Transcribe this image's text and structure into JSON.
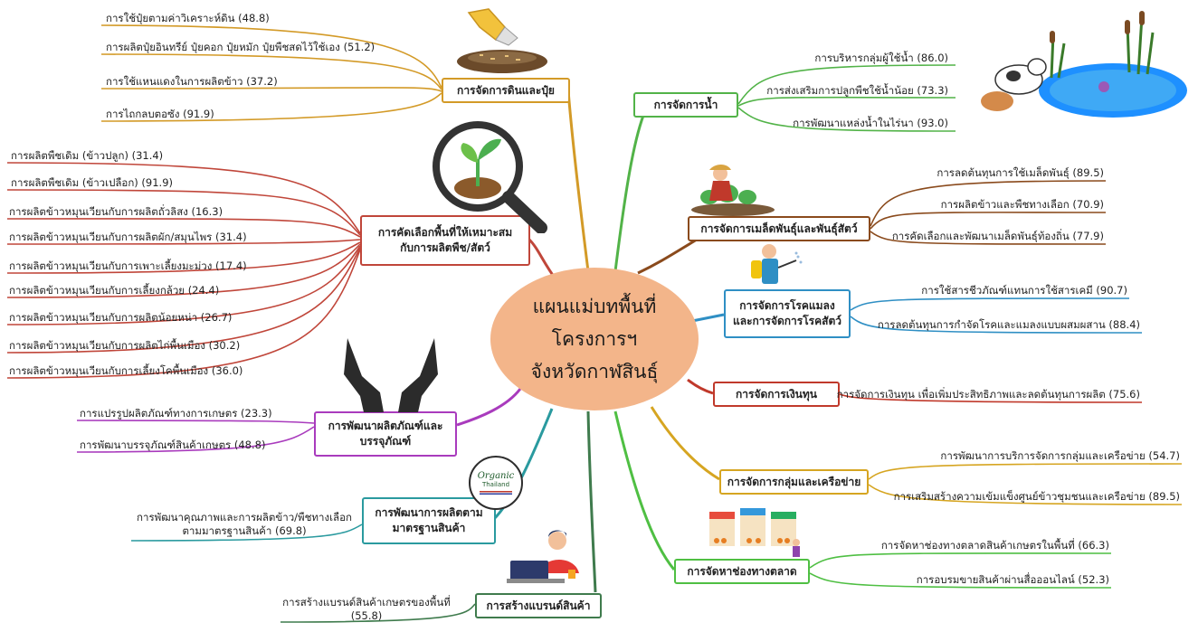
{
  "center": {
    "line1": "แผนแม่บทพื้นที่",
    "line2": "โครงการฯ",
    "line3": "จังหวัดกาฬสินธุ์"
  },
  "colors": {
    "soil": "#d39a27",
    "select": "#c0463a",
    "product": "#a93bbd",
    "standard": "#2a9a9f",
    "brand": "#3f7b4d",
    "water": "#52b348",
    "seed": "#8a4a1c",
    "pest": "#2f8fc4",
    "finance": "#c0392b",
    "network": "#d6a521",
    "market": "#4fbf43"
  },
  "branches": {
    "soil": {
      "title": "การจัดการดินและปุ๋ย",
      "items": [
        "การใช้ปุ๋ยตามค่าวิเคราะห์ดิน (48.8)",
        "การผลิตปุ๋ยอินทรีย์ ปุ๋ยคอก ปุ๋ยหมัก ปุ๋ยพืชสดไว้ใช้เอง (51.2)",
        "การใช้แหนแดงในการผลิตข้าว (37.2)",
        "การไถกลบตอซัง (91.9)"
      ]
    },
    "select": {
      "title": "การคัดเลือกพื้นที่ให้เหมาะสม\nกับการผลิตพืช/สัตว์",
      "items": [
        "การผลิตพืชเดิม (ข้าวปลูก) (31.4)",
        "การผลิตพืชเดิม (ข้าวเปลือก) (91.9)",
        "การผลิตข้าวหมุนเวียนกับการผลิตถั่วลิสง (16.3)",
        "การผลิตข้าวหมุนเวียนกับการผลิตผัก/สมุนไพร (31.4)",
        "การผลิตข้าวหมุนเวียนกับการเพาะเลี้ยงมะม่วง (17.4)",
        "การผลิตข้าวหมุนเวียนกับการเลี้ยงกล้วย (24.4)",
        "การผลิตข้าวหมุนเวียนกับการผลิตน้อยหน่า (26.7)",
        "การผลิตข้าวหมุนเวียนกับการผลิตไก่พื้นเมือง (30.2)",
        "การผลิตข้าวหมุนเวียนกับการเลี้ยงโคพื้นเมือง (36.0)"
      ]
    },
    "product": {
      "title": "การพัฒนาผลิตภัณฑ์และ\nบรรจุภัณฑ์",
      "items": [
        "การแปรรูปผลิตภัณฑ์ทางการเกษตร (23.3)",
        "การพัฒนาบรรจุภัณฑ์สินค้าเกษตร (48.8)"
      ]
    },
    "standard": {
      "title": "การพัฒนาการผลิตตาม\nมาตรฐานสินค้า",
      "items": [
        "การพัฒนาคุณภาพและการผลิตข้าว/พืชทางเลือก\nตามมาตรฐานสินค้า (69.8)"
      ]
    },
    "brand": {
      "title": "การสร้างแบรนด์สินค้า",
      "items": [
        "การสร้างแบรนด์สินค้าเกษตรของพื้นที่\n(55.8)"
      ]
    },
    "water": {
      "title": "การจัดการน้ำ",
      "items": [
        "การบริหารกลุ่มผู้ใช้น้ำ (86.0)",
        "การส่งเสริมการปลูกพืชใช้น้ำน้อย (73.3)",
        "การพัฒนาแหล่งน้ำในไร่นา (93.0)"
      ]
    },
    "seed": {
      "title": "การจัดการเมล็ดพันธุ์และพันธุ์สัตว์",
      "items": [
        "การลดต้นทุนการใช้เมล็ดพันธุ์ (89.5)",
        "การผลิตข้าวและพืชทางเลือก (70.9)",
        "การคัดเลือกและพัฒนาเมล็ดพันธุ์ท้องถิ่น (77.9)"
      ]
    },
    "pest": {
      "title": "การจัดการโรคแมลง\nและการจัดการโรคสัตว์",
      "items": [
        "การใช้สารชีวภัณฑ์แทนการใช้สารเคมี (90.7)",
        "การลดต้นทุนการกำจัดโรคและแมลงแบบผสมผสาน (88.4)"
      ]
    },
    "finance": {
      "title": "การจัดการเงินทุน",
      "items": [
        "การจัดการเงินทุน เพื่อเพิ่มประสิทธิภาพและลดต้นทุนการผลิต (75.6)"
      ]
    },
    "network": {
      "title": "การจัดการกลุ่มและเครือข่าย",
      "items": [
        "การพัฒนาการบริการจัดการกลุ่มและเครือข่าย (54.7)",
        "การเสริมสร้างความเข้มแข็งศูนย์ข้าวชุมชนและเครือข่าย (89.5)"
      ]
    },
    "market": {
      "title": "การจัดหาช่องทางตลาด",
      "items": [
        "การจัดหาช่องทางตลาดสินค้าเกษตรในพื้นที่ (66.3)",
        "การอบรมขายสินค้าผ่านสื่อออนไลน์ (52.3)"
      ]
    }
  },
  "logo": {
    "line1": "Organic",
    "line2": "Thailand"
  }
}
